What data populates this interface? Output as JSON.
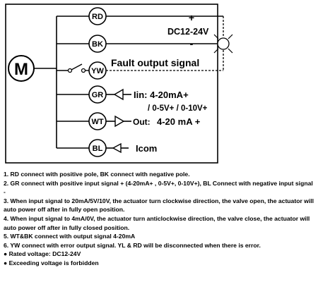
{
  "terminals": {
    "rd": "RD",
    "bk": "BK",
    "yw": "YW",
    "gr": "GR",
    "wt": "WT",
    "bl": "BL"
  },
  "motor": {
    "label": "M"
  },
  "power": {
    "plus": "+",
    "voltage": "DC12-24V",
    "minus": "-"
  },
  "fault": {
    "label": "Fault output signal"
  },
  "inputs": {
    "iin": "Iin: 4-20mA+",
    "iin_voltage": "/ 0-5V+ / 0-10V+"
  },
  "outputs": {
    "out_prefix": "Out:",
    "out_value": "4-20 mA +"
  },
  "common": {
    "label": "Icom"
  },
  "notes": [
    "1.  RD connect with positive pole, BK connect with negative pole.",
    "2.  GR connect with positive input signal + (4-20mA+ , 0-5V+, 0-10V+), BL Connect with negative input signal -",
    "3.  When input signal to 20mA/5V/10V, the actuator turn clockwise direction, the valve open, the actuator will auto power off after in fully open position.",
    "4.  When input signal to 4mA/0V, the actuator turn anticlockwise direction, the valve close, the actuator will auto power off after in fully closed position.",
    "5.  WT&BK connect with output signal 4-20mA",
    "6.  YW connect with error output signal. YL & RD will be disconnected when there is error.",
    "●   Rated voltage: DC12-24V",
    "●   Exceeding voltage is forbidden"
  ]
}
